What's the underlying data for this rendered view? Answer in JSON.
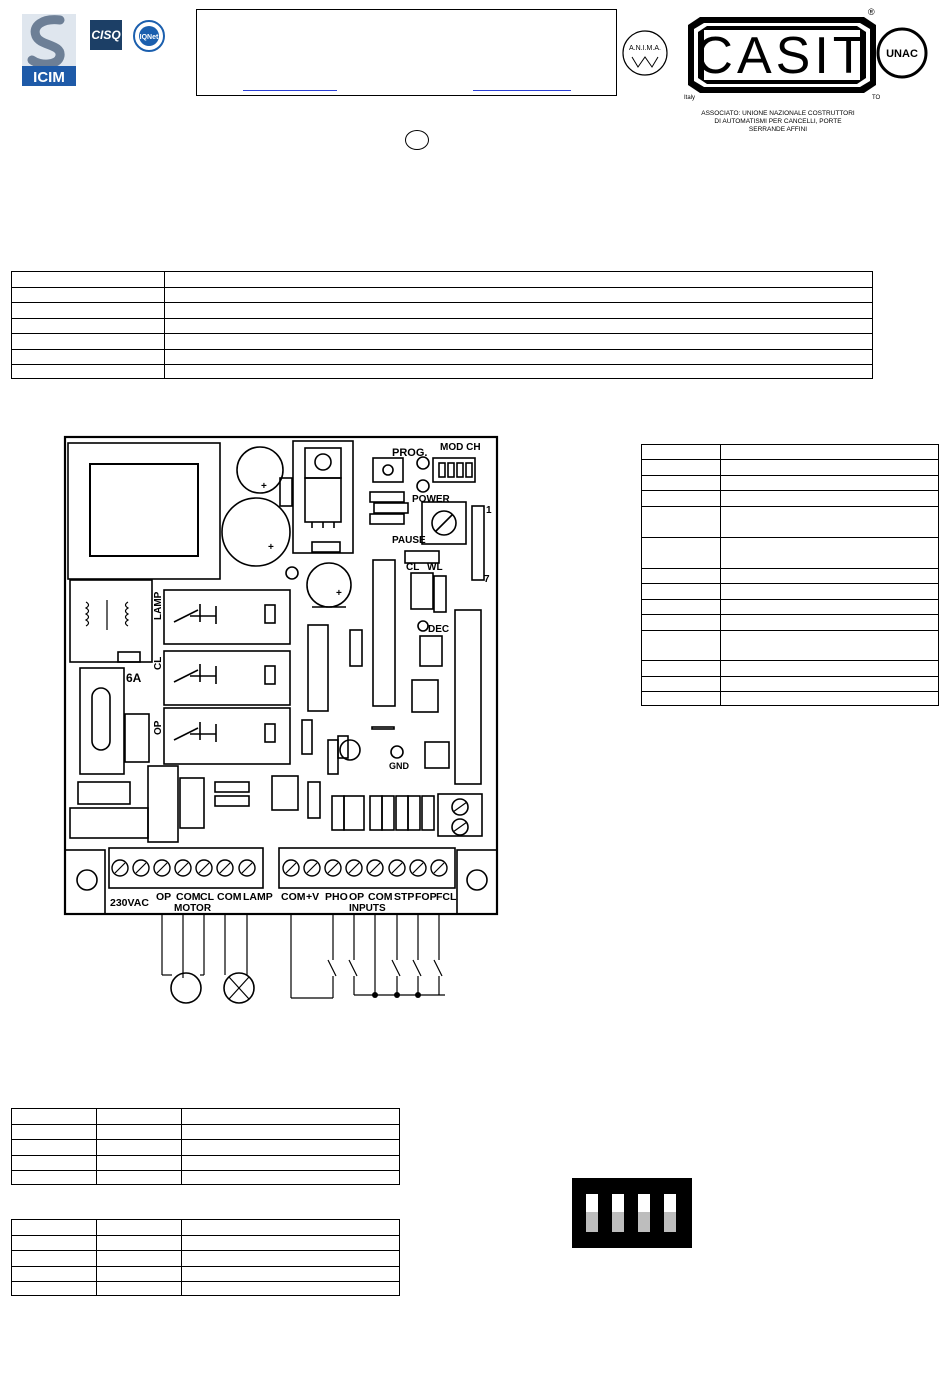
{
  "logos": {
    "icim": "ICIM",
    "cisq": "CISQ",
    "iqnet": "IQNet"
  },
  "brand": {
    "name": "CASIT",
    "registered": "®",
    "italy": "Italy",
    "to": "TO",
    "anima": "A.N.I.M.A.",
    "unac": "UNAC",
    "association_line1": "ASSOCIATO: UNIONE NAZIONALE COSTRUTTORI",
    "association_line2": "DI AUTOMATISMI PER CANCELLI, PORTE",
    "association_line3": "SERRANDE AFFINI"
  },
  "board": {
    "prog": "PROG.",
    "mod_ch": "MOD CH",
    "power": "POWER",
    "pause": "PAUSE",
    "one": "1",
    "seven": "7",
    "cl": "CL",
    "wl": "WL",
    "dec": "DEC",
    "lamp_relay": "LAMP",
    "cl_relay": "CL",
    "op_relay": "OP",
    "fuse": "6A",
    "gnd": "GND",
    "plus1": "+",
    "plus2": "+",
    "plus3": "+",
    "terminals_left": {
      "vac": "230VAC",
      "op": "OP",
      "com": "COM",
      "cl": "CL",
      "com2": "COM",
      "lamp": "LAMP",
      "motor": "MOTOR"
    },
    "terminals_right": {
      "com": "COM",
      "v": "+V",
      "pho": "PHO",
      "op": "OP",
      "com2": "COM",
      "stp": "STP",
      "fop": "FOP",
      "fcl": "FCL",
      "inputs": "INPUTS"
    }
  }
}
